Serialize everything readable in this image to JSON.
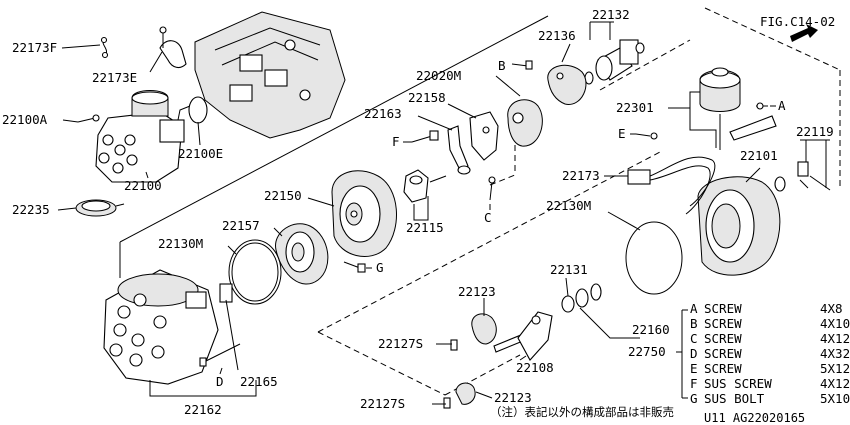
{
  "figure": {
    "ref": "FIG.C14-02",
    "footer_code": "U11  AG22020165",
    "footnote": "（注）表記以外の構成部品は非販売"
  },
  "callouts": {
    "p22173F": "22173F",
    "p22173E": "22173E",
    "p22100A": "22100A",
    "p22100E": "22100E",
    "p22100": "22100",
    "p22235": "22235",
    "p22132": "22132",
    "p22136": "22136",
    "pB": "B",
    "p22020M": "22020M",
    "p22158": "22158",
    "p22163": "22163",
    "pF": "F",
    "p22301": "22301",
    "pA": "A",
    "p22119": "22119",
    "pE": "E",
    "p22101": "22101",
    "p22173": "22173",
    "p22150": "22150",
    "p22115": "22115",
    "pC": "C",
    "p22157": "22157",
    "p22130M_left": "22130M",
    "pG": "G",
    "p22130M_right": "22130M",
    "p22131": "22131",
    "p22123_top": "22123",
    "p22127S_top": "22127S",
    "p22108": "22108",
    "p22160": "22160",
    "p22750": "22750",
    "p22127S_bottom": "22127S",
    "p22123_bottom": "22123",
    "pD": "D",
    "p22165": "22165",
    "p22162": "22162"
  },
  "legend": [
    {
      "key": "A",
      "name": "SCREW",
      "size": "4X8"
    },
    {
      "key": "B",
      "name": "SCREW",
      "size": "4X10"
    },
    {
      "key": "C",
      "name": "SCREW",
      "size": "4X12"
    },
    {
      "key": "D",
      "name": "SCREW",
      "size": "4X32"
    },
    {
      "key": "E",
      "name": "SCREW",
      "size": "5X12"
    },
    {
      "key": "F",
      "name": "SUS SCREW",
      "size": "4X12"
    },
    {
      "key": "G",
      "name": "SUS BOLT",
      "size": "5X10"
    }
  ]
}
